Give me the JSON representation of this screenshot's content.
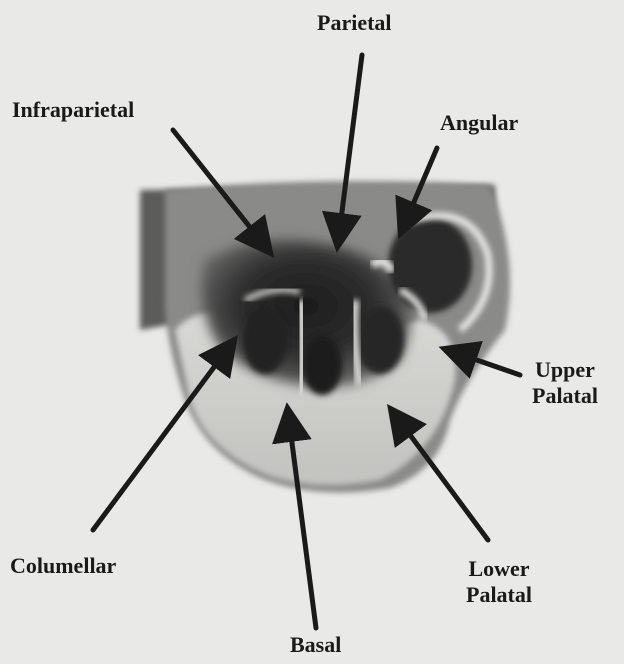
{
  "labels": {
    "parietal": "Parietal",
    "infraparietal": "Infraparietal",
    "angular": "Angular",
    "upper_palatal_1": "Upper",
    "upper_palatal_2": "Palatal",
    "columellar": "Columellar",
    "lower_palatal_1": "Lower",
    "lower_palatal_2": "Palatal",
    "basal": "Basal"
  },
  "colors": {
    "background": "#e9e9e7",
    "arrow": "#1a1a1a",
    "shell_dark": "#2b2b2b",
    "shell_light": "#dcdcd9"
  }
}
